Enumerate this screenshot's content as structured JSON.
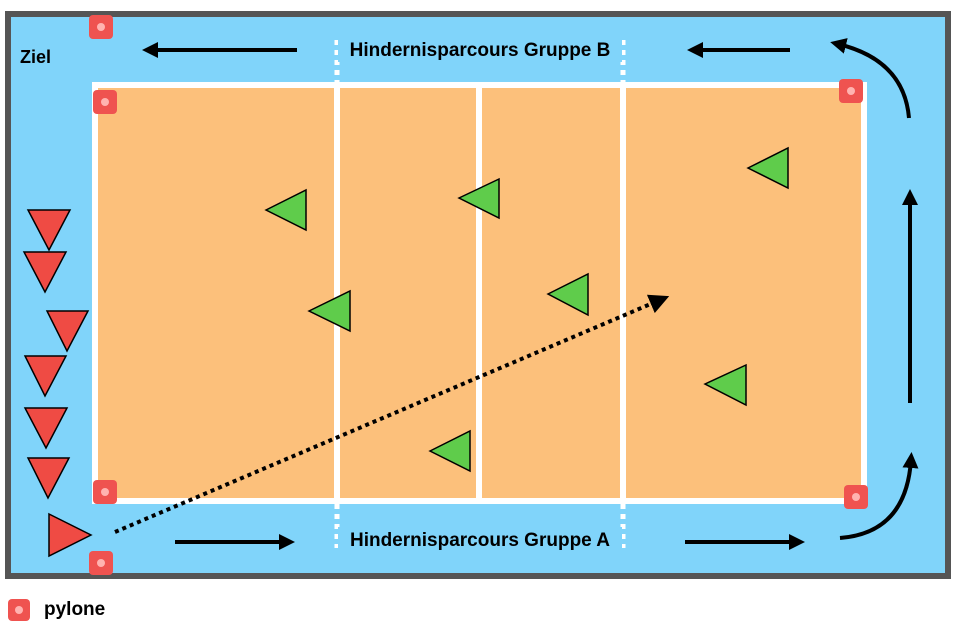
{
  "labels": {
    "goal": "Ziel",
    "group_b": "Hindernisparcours Gruppe B",
    "group_a": "Hindernisparcours Gruppe A"
  },
  "legend": {
    "pylon": "pylone"
  },
  "colors": {
    "outer_frame": "#555555",
    "run_area": "#80d4fa",
    "field": "#fcc07b",
    "lines": "#ffffff",
    "pylon": "#ef5350",
    "obstacle": "#5fcc4b",
    "start_marker": "#ef4b44"
  },
  "icons": [
    "pylon-icon",
    "obstacle-triangle-icon",
    "start-triangle-icon",
    "arrow-icon"
  ]
}
